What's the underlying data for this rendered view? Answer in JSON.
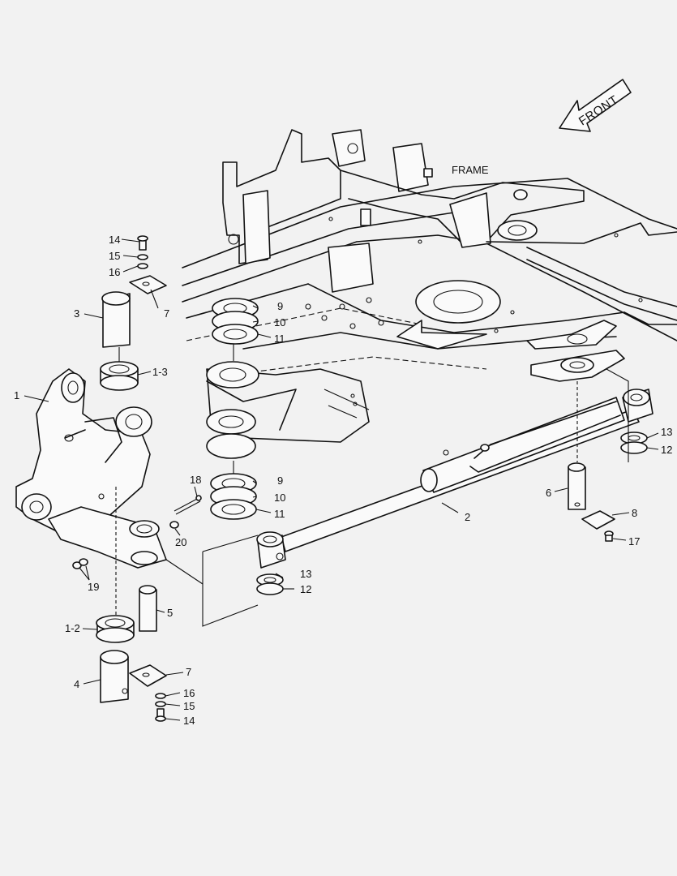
{
  "diagram": {
    "direction_label": "FRONT",
    "frame_label": "FRAME",
    "callouts": {
      "p1": "1",
      "p1_2": "1-2",
      "p1_3": "1-3",
      "p2": "2",
      "p3": "3",
      "p4": "4",
      "p5": "5",
      "p6": "6",
      "p7_top": "7",
      "p7_bottom": "7",
      "p8": "8",
      "p9_top": "9",
      "p9_mid": "9",
      "p10_top": "10",
      "p10_mid": "10",
      "p11_top": "11",
      "p11_mid": "11",
      "p12_right": "12",
      "p12_mid": "12",
      "p13_right": "13",
      "p13_mid": "13",
      "p14_top": "14",
      "p14_bottom": "14",
      "p15_top": "15",
      "p15_bottom": "15",
      "p16_top": "16",
      "p16_bottom": "16",
      "p17": "17",
      "p18": "18",
      "p19": "19",
      "p20": "20"
    }
  }
}
